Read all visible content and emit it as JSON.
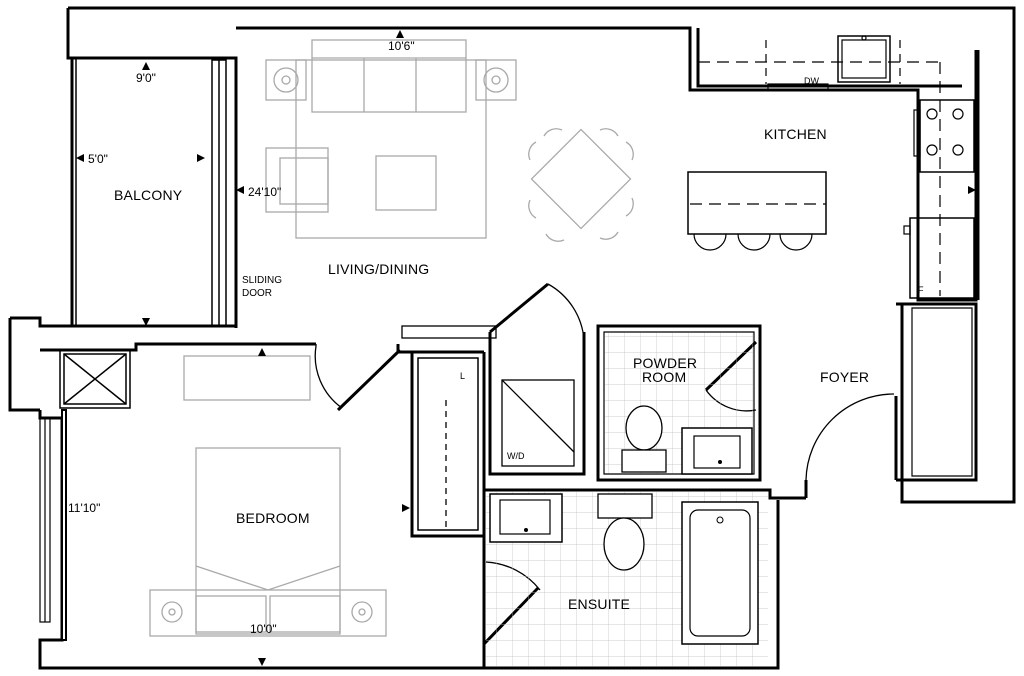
{
  "rooms": {
    "balcony": "BALCONY",
    "living_dining": "LIVING/DINING",
    "kitchen": "KITCHEN",
    "bedroom": "BEDROOM",
    "powder_room_line1": "POWDER",
    "powder_room_line2": "ROOM",
    "ensuite": "ENSUITE",
    "foyer": "FOYER",
    "sliding_door_line1": "SLIDING",
    "sliding_door_line2": "DOOR"
  },
  "dimensions": {
    "living_width": "10'6\"",
    "balcony_width": "9'0\"",
    "balcony_depth": "5'0\"",
    "living_length": "24'10\"",
    "bedroom_length": "11'10\"",
    "bedroom_width": "10'0\""
  },
  "fixtures": {
    "dishwasher": "DW",
    "washer_dryer": "W/D",
    "fridge": "F",
    "linen": "L"
  }
}
